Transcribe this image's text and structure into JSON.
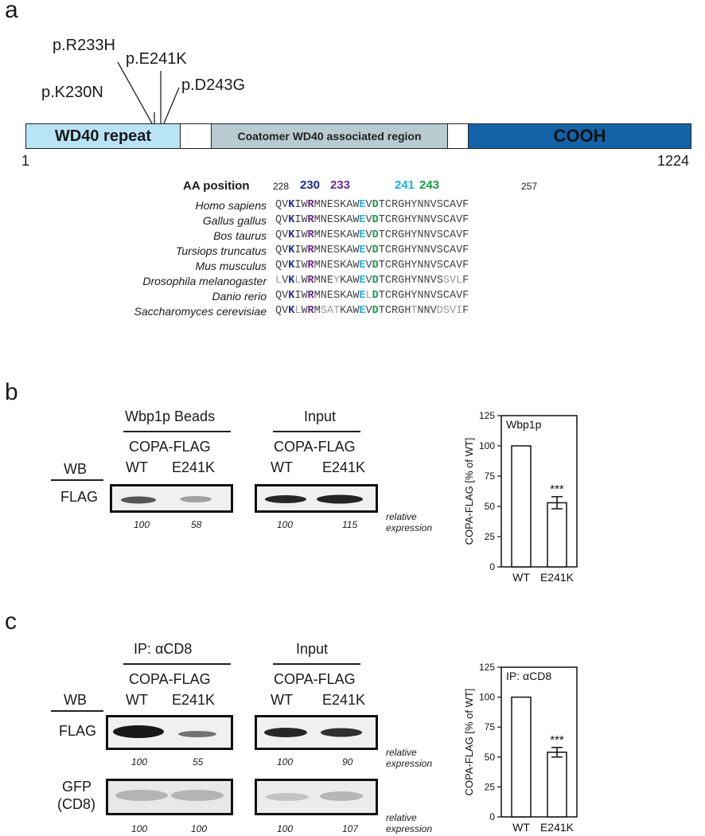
{
  "panels": {
    "a": "a",
    "b": "b",
    "c": "c"
  },
  "panel_a": {
    "mutations": [
      "p.R233H",
      "p.E241K",
      "p.K230N",
      "p.D243G"
    ],
    "domains": {
      "wd40": {
        "label": "WD40 repeat",
        "color": "#b9e4f6"
      },
      "coatomer": {
        "label": "Coatomer WD40 associated region",
        "color": "#b7cbd1"
      },
      "cooh": {
        "label": "COOH",
        "color": "#1462a8"
      }
    },
    "start_pos": "1",
    "end_pos": "1224",
    "aa_position_label": "AA position",
    "positions": {
      "p228": "228",
      "p230": "230",
      "p233": "233",
      "p241": "241",
      "p243": "243",
      "p257": "257"
    },
    "species": [
      "Homo sapiens",
      "Gallus gallus",
      "Bos taurus",
      "Tursiops truncatus",
      "Mus musculus",
      "Drosophila melanogaster",
      "Danio rerio",
      "Saccharomyces cerevisiae"
    ],
    "sequences": [
      "QVKIWRMNESKAWEVDTCRGHYNNVSCAVF",
      "QVKIWRMNESKAWEVDTCRGHYNNVSCAVF",
      "QVKIWRMNESKAWEVDTCRGHYNNVSCAVF",
      "QVKIWRMNESKAWEVDTCRGHYNNVSCAVF",
      "QVKIWRMNESKAWEVDTCRGHYNNVSCAVF",
      "LVKLWRMNEYKAWEVDTCRGHYNNVSSVLF",
      "QVKIWRMNESKAWELDTCRGHYNNVSCAVF",
      "QVKLWRMSATKAWEVDTCRGHTNNVDSVIF"
    ],
    "colors": {
      "k230": "#1f2a8c",
      "r233": "#6a2c8e",
      "e241": "#1ab0e0",
      "d243": "#1a9a4a",
      "nonconserved": "#9a9a9a"
    }
  },
  "panel_b": {
    "beads_label": "Wbp1p Beads",
    "input_label": "Input",
    "construct": "COPA-FLAG",
    "wt": "WT",
    "mut": "E241K",
    "wb": "WB",
    "flag": "FLAG",
    "quant_beads": [
      "100",
      "58"
    ],
    "quant_input": [
      "100",
      "115"
    ],
    "relative": "relative",
    "expression": "expression"
  },
  "panel_c": {
    "ip_label": "IP: αCD8",
    "input_label": "Input",
    "construct": "COPA-FLAG",
    "wt": "WT",
    "mut": "E241K",
    "wb": "WB",
    "flag": "FLAG",
    "gfp": "GFP",
    "cd8": "(CD8)",
    "quant_flag_ip": [
      "100",
      "55"
    ],
    "quant_flag_input": [
      "100",
      "90"
    ],
    "quant_gfp_ip": [
      "100",
      "100"
    ],
    "quant_gfp_input": [
      "100",
      "107"
    ],
    "relative": "relative",
    "expression": "expression"
  },
  "chart_data": [
    {
      "type": "bar",
      "title": "Wbp1p",
      "categories": [
        "WT",
        "E241K"
      ],
      "values": [
        100,
        53
      ],
      "error": [
        0,
        5
      ],
      "significance": "***",
      "ylabel": "COPA-FLAG [% of WT]",
      "ylim": [
        0,
        125
      ],
      "yticks": [
        0,
        25,
        50,
        75,
        100,
        125
      ]
    },
    {
      "type": "bar",
      "title": "IP: αCD8",
      "categories": [
        "WT",
        "E241K"
      ],
      "values": [
        100,
        54
      ],
      "error": [
        0,
        4
      ],
      "significance": "***",
      "ylabel": "COPA-FLAG [% of WT]",
      "ylim": [
        0,
        125
      ],
      "yticks": [
        0,
        25,
        50,
        75,
        100,
        125
      ]
    }
  ]
}
